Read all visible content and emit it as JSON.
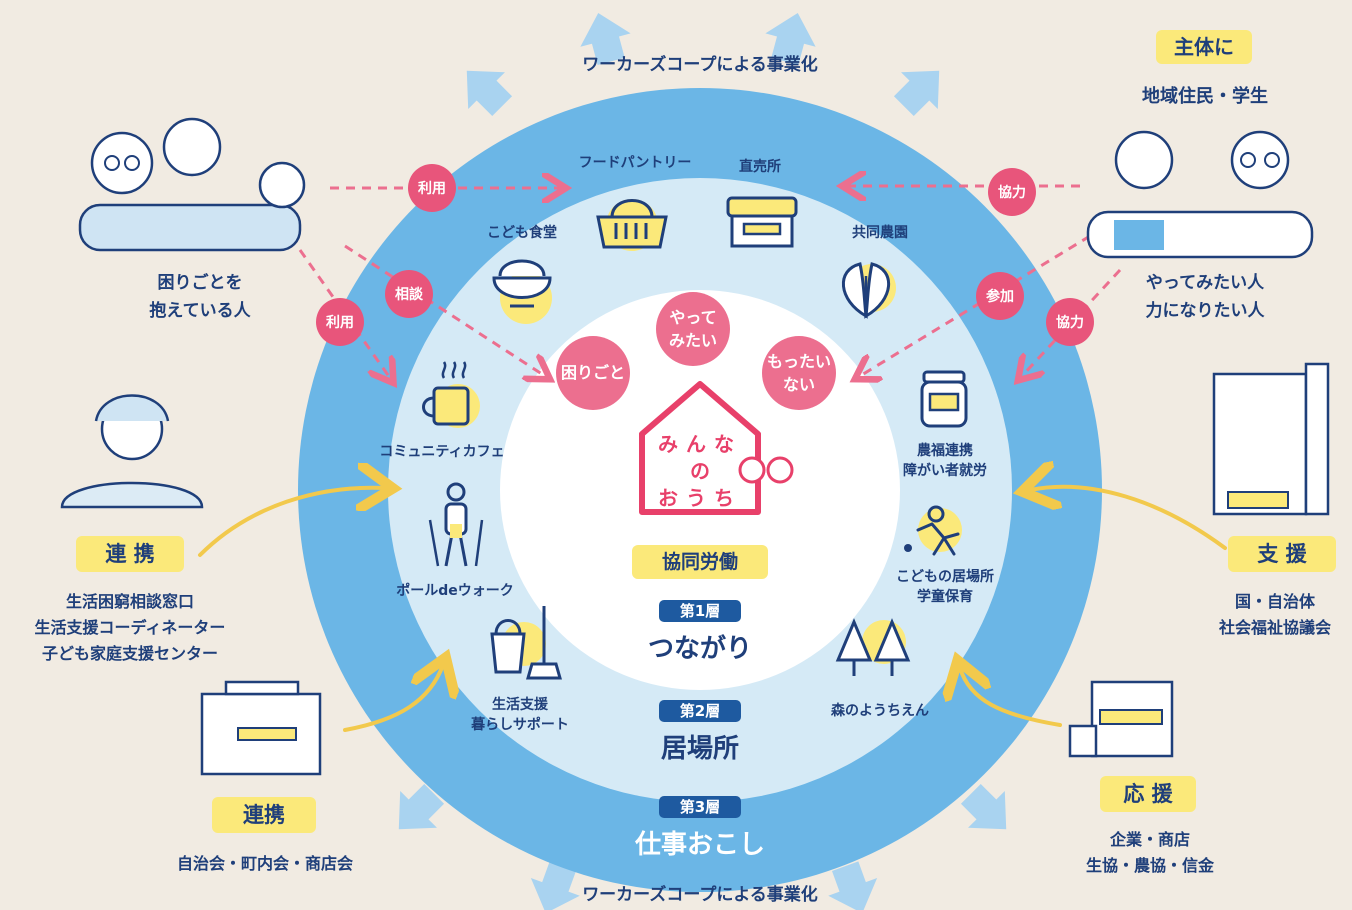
{
  "top_banner": "ワーカーズコープによる事業化",
  "bottom_banner": "ワーカーズコープによる事業化",
  "center": {
    "logo_line1": "みんな",
    "logo_line2": "の",
    "logo_line3": "おうち",
    "bubble_left": "困りごと",
    "bubble_center_1": "やって",
    "bubble_center_2": "みたい",
    "bubble_right_1": "もったい",
    "bubble_right_2": "ない",
    "tag": "協同労働"
  },
  "layers": [
    {
      "badge": "第1層",
      "title": "つながり"
    },
    {
      "badge": "第2層",
      "title": "居場所"
    },
    {
      "badge": "第3層",
      "title": "仕事おこし"
    }
  ],
  "activities": {
    "food_pantry": "フードパントリー",
    "direct_store": "直売所",
    "kids_cafeteria": "こども食堂",
    "shared_farm": "共同農園",
    "community_cafe": "コミュニティカフェ",
    "agri_welfare_1": "農福連携",
    "agri_welfare_2": "障がい者就労",
    "pole_walk": "ポールdeウォーク",
    "kids_place_1": "こどもの居場所",
    "kids_place_2": "学童保育",
    "life_support_1": "生活支援",
    "life_support_2": "暮らしサポート",
    "forest_kinder": "森のようちえん"
  },
  "left_top": {
    "label_1": "困りごとを",
    "label_2": "抱えている人",
    "use1": "利用",
    "consult": "相談",
    "use2": "利用"
  },
  "right_top": {
    "tag": "主体に",
    "sub": "地域住民・学生",
    "cooperate1": "協力",
    "join": "参加",
    "cooperate2": "協力",
    "label_1": "やってみたい人",
    "label_2": "力になりたい人"
  },
  "left_mid": {
    "tag": "連 携",
    "line1": "生活困窮相談窓口",
    "line2": "生活支援コーディネーター",
    "line3": "子ども家庭支援センター"
  },
  "left_bottom": {
    "tag": "連携",
    "line1": "自治会・町内会・商店会"
  },
  "right_mid": {
    "tag": "支 援",
    "line1": "国・自治体",
    "line2": "社会福祉協議会"
  },
  "right_bottom": {
    "tag": "応 援",
    "line1": "企業・商店",
    "line2": "生協・農協・信金"
  },
  "colors": {
    "background": "#f1ebe2",
    "outer_ring": "#6bb6e6",
    "middle_ring": "#d5eaf6",
    "inner_circle": "#ffffff",
    "pink": "#ec6f8f",
    "navy": "#1f3f7a",
    "yellow": "#fbe97a",
    "arrow_yellow": "#f7cf5a"
  }
}
